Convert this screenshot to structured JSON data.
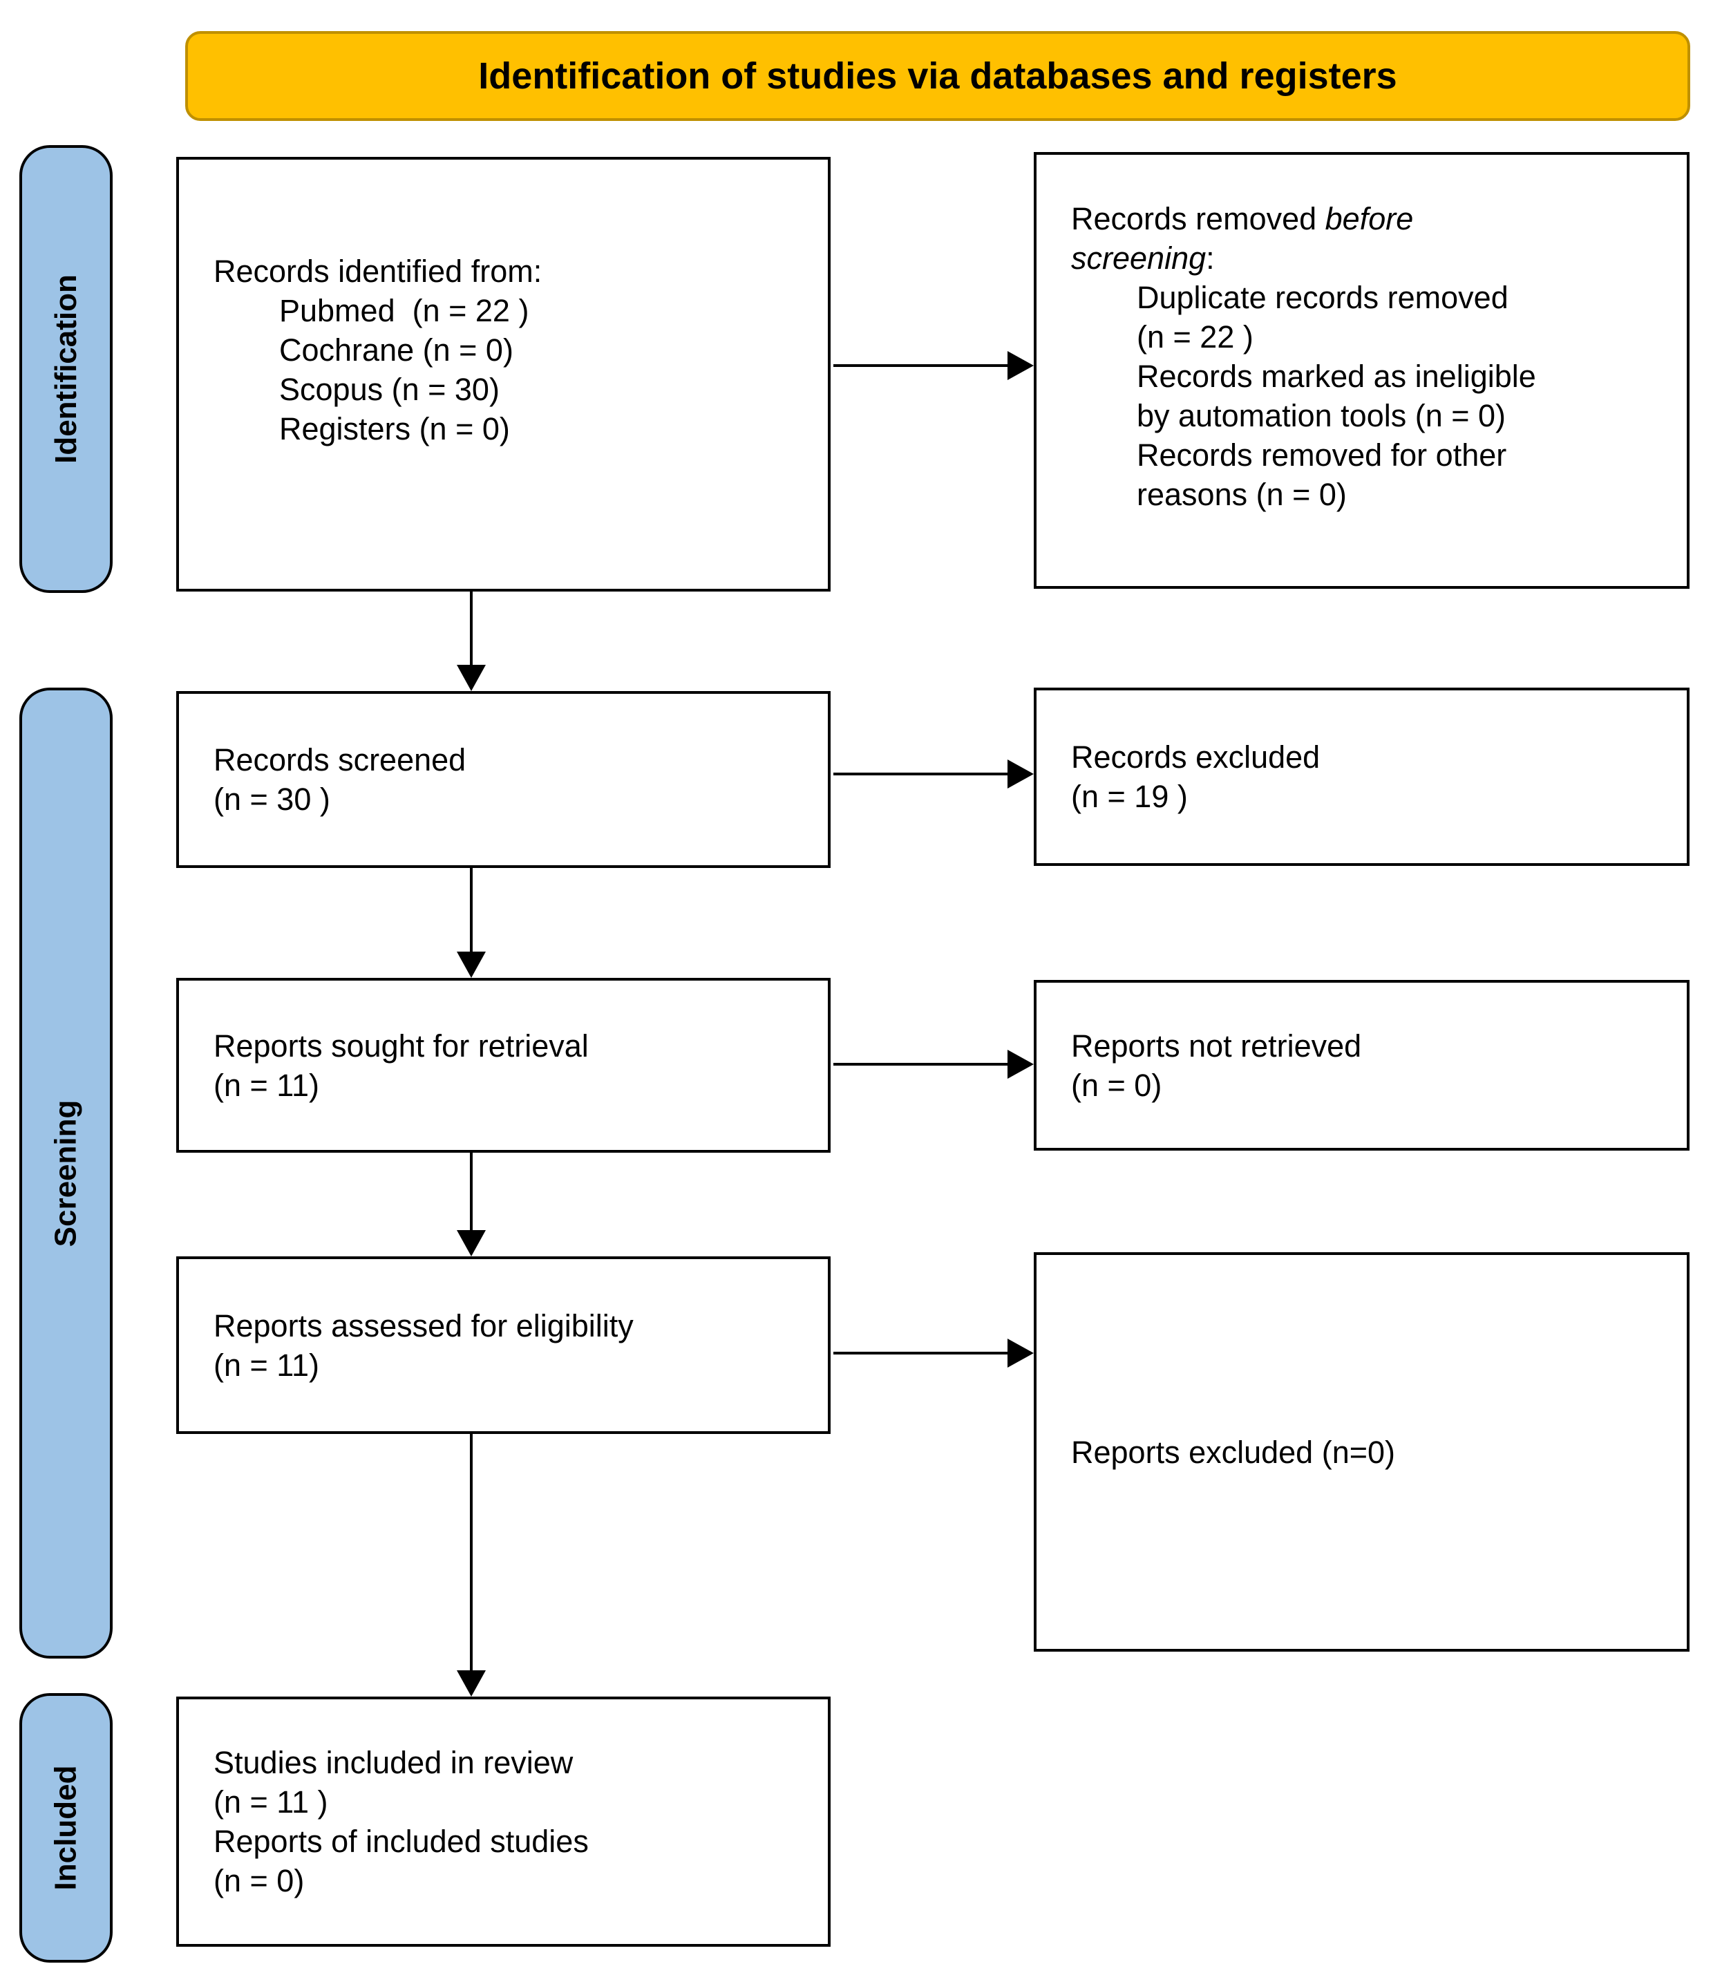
{
  "colors": {
    "banner_fill": "#FFC000",
    "banner_border": "#BF9000",
    "sidebar_fill": "#9DC3E6",
    "sidebar_border": "#000000",
    "box_border": "#000000",
    "arrow": "#000000"
  },
  "header": {
    "title": "Identification of studies via databases and registers"
  },
  "sidebar": {
    "identification": "Identification",
    "screening": "Screening",
    "included": "Included"
  },
  "boxes": {
    "records_identified": {
      "title": "Records identified from:",
      "items": [
        "Pubmed  (n = 22 )",
        "Cochrane (n = 0)",
        "Scopus (n = 30)",
        "Registers (n = 0)"
      ]
    },
    "records_removed": {
      "title_prefix": "Records removed ",
      "title_italic_line1": "before",
      "title_italic_line2": "screening",
      "title_suffix": ":",
      "lines": [
        "Duplicate records removed",
        "(n = 22 )",
        "Records marked as ineligible",
        "by automation tools (n = 0)",
        "Records removed for other",
        "reasons (n = 0)"
      ]
    },
    "records_screened": {
      "line1": "Records screened",
      "line2": "(n = 30 )"
    },
    "records_excluded": {
      "line1": "Records excluded",
      "line2": "(n = 19 )"
    },
    "reports_sought": {
      "line1": "Reports sought for retrieval",
      "line2": "(n = 11)"
    },
    "reports_not_retrieved": {
      "line1": "Reports not retrieved",
      "line2": "(n = 0)"
    },
    "reports_assessed": {
      "line1": "Reports assessed for eligibility",
      "line2": "(n = 11)"
    },
    "reports_excluded": {
      "line1": "Reports excluded (n=0)"
    },
    "studies_included": {
      "line1": "Studies included in review",
      "line2": "(n = 11 )",
      "line3": "Reports of included studies",
      "line4": "(n = 0)"
    }
  }
}
